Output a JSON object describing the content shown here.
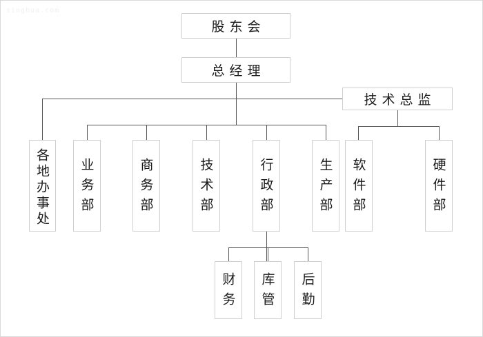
{
  "chart_data": {
    "type": "diagram",
    "subtype": "organizational-chart",
    "title": "",
    "orientation": "top-down",
    "nodes": [
      {
        "id": "shareholders",
        "label": "股东会",
        "level": 0,
        "orientation": "horizontal"
      },
      {
        "id": "general-manager",
        "label": "总经理",
        "level": 1,
        "orientation": "horizontal"
      },
      {
        "id": "technical-director",
        "label": "技术总监",
        "level": 2,
        "orientation": "horizontal"
      },
      {
        "id": "regional-offices",
        "label": "各地办事处",
        "level": 3,
        "orientation": "vertical"
      },
      {
        "id": "business-dept",
        "label": "业务部",
        "level": 3,
        "orientation": "vertical"
      },
      {
        "id": "commerce-dept",
        "label": "商务部",
        "level": 3,
        "orientation": "vertical"
      },
      {
        "id": "technical-dept",
        "label": "技术部",
        "level": 3,
        "orientation": "vertical"
      },
      {
        "id": "administration-dept",
        "label": "行政部",
        "level": 3,
        "orientation": "vertical"
      },
      {
        "id": "production-dept",
        "label": "生产部",
        "level": 3,
        "orientation": "vertical"
      },
      {
        "id": "software-dept",
        "label": "软件部",
        "level": 3,
        "orientation": "vertical"
      },
      {
        "id": "hardware-dept",
        "label": "硬件部",
        "level": 3,
        "orientation": "vertical"
      },
      {
        "id": "finance",
        "label": "财务",
        "level": 4,
        "orientation": "vertical"
      },
      {
        "id": "warehouse",
        "label": "库管",
        "level": 4,
        "orientation": "vertical"
      },
      {
        "id": "logistics",
        "label": "后勤",
        "level": 4,
        "orientation": "vertical"
      }
    ],
    "edges": [
      {
        "from": "shareholders",
        "to": "general-manager"
      },
      {
        "from": "general-manager",
        "to": "technical-director"
      },
      {
        "from": "general-manager",
        "to": "regional-offices"
      },
      {
        "from": "general-manager",
        "to": "business-dept"
      },
      {
        "from": "general-manager",
        "to": "commerce-dept"
      },
      {
        "from": "general-manager",
        "to": "technical-dept"
      },
      {
        "from": "general-manager",
        "to": "administration-dept"
      },
      {
        "from": "general-manager",
        "to": "production-dept"
      },
      {
        "from": "technical-director",
        "to": "software-dept"
      },
      {
        "from": "technical-director",
        "to": "hardware-dept"
      },
      {
        "from": "administration-dept",
        "to": "finance"
      },
      {
        "from": "administration-dept",
        "to": "warehouse"
      },
      {
        "from": "administration-dept",
        "to": "logistics"
      }
    ],
    "colors": {
      "background": "#ffffff",
      "box_border": "#cfcfcf",
      "connector": "#555555",
      "text": "#1a1a1a",
      "watermark": "#f0f0f0"
    }
  },
  "watermark": {
    "text": "singhua.com"
  },
  "chart": {
    "shareholders": "股东会",
    "general_manager": "总经理",
    "technical_director": "技术总监",
    "regional_offices": "各地办事处",
    "business_dept": "业务部",
    "commerce_dept": "商务部",
    "technical_dept": "技术部",
    "administration_dept": "行政部",
    "production_dept": "生产部",
    "software_dept": "软件部",
    "hardware_dept": "硬件部",
    "finance": "财务",
    "warehouse": "库管",
    "logistics": "后勤"
  }
}
